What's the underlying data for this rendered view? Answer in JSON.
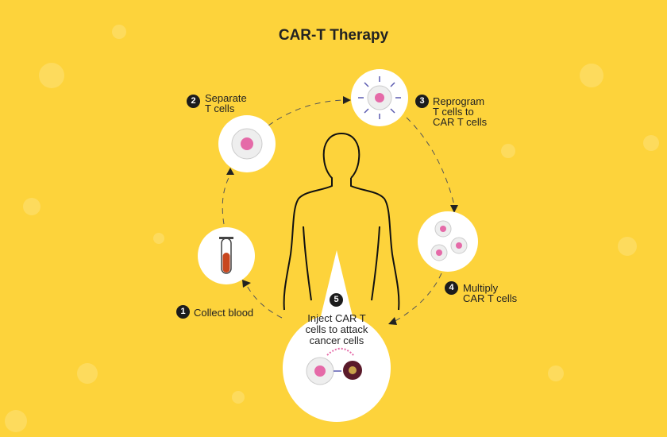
{
  "title": "CAR-T Therapy",
  "steps": [
    {
      "number": "1",
      "label": "Collect blood"
    },
    {
      "number": "2",
      "label_lines": [
        "Separate",
        "T cells"
      ]
    },
    {
      "number": "3",
      "label_lines": [
        "Reprogram",
        "T cells to",
        "CAR T cells"
      ]
    },
    {
      "number": "4",
      "label_lines": [
        "Multiply",
        "CAR T cells"
      ]
    },
    {
      "number": "5",
      "label_lines": [
        "Inject CAR T",
        "cells to attack",
        "cancer cells"
      ]
    }
  ],
  "colors": {
    "background": "#fdd33b",
    "cell": "#e56aa8",
    "cancer": "#5a1a2a",
    "text": "#222222"
  }
}
